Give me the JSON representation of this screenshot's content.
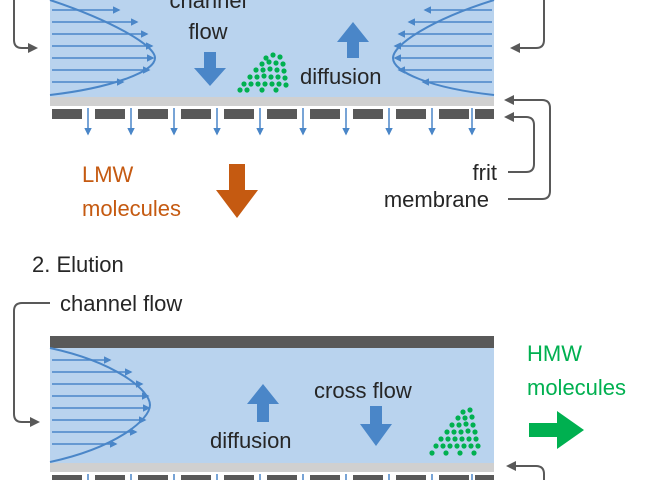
{
  "loading": {
    "channel_flow_line1": "channel",
    "channel_flow_line2": "flow",
    "diffusion": "diffusion",
    "lmw_line1": "LMW",
    "lmw_line2": "molecules",
    "frit": "frit",
    "membrane": "membrane"
  },
  "elution": {
    "heading": "2. Elution",
    "channel_flow": "channel flow",
    "cross_flow": "cross flow",
    "diffusion": "diffusion",
    "hmw_line1": "HMW",
    "hmw_line2": "molecules"
  },
  "colors": {
    "channel_fill": "#b9d3ee",
    "arrow_blue": "#4a86c8",
    "wall_dark": "#595959",
    "frit_gray": "#d0d0d0",
    "lmw_orange": "#c55a11",
    "hmw_green": "#00b050",
    "connector": "#595959"
  }
}
